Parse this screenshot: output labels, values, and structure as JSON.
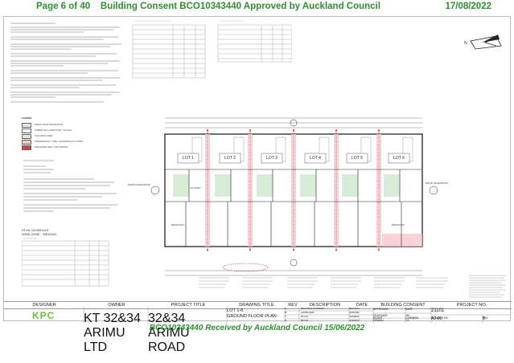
{
  "header": {
    "page_info": "Page 6 of 40",
    "consent_text": "Building Consent BCO10343440 Approved by Auckland Council",
    "date": "17/08/2022"
  },
  "footer": {
    "received_text": "BCO10343440 Received by Auckland Council 15/06/2022"
  },
  "legend": {
    "title": "LEGEND",
    "items": [
      {
        "label": "FIRE/IC ROOF PROTECTION",
        "color": "#e8e8e8"
      },
      {
        "label": "TIMBER WALL INSULATION - 90 HIGH",
        "color": "#ffffff"
      },
      {
        "label": "TILE FINISH AREA",
        "color": "#d6ecd6"
      },
      {
        "label": "INTERTENANCY / FIRE / SOUNDPROOF SYSTEM",
        "color": "#f4c8cc"
      },
      {
        "label": "FIRE RATED WALL (FRR 60/60/60)",
        "color": "#c44"
      }
    ]
  },
  "stud_schedule": {
    "title": "STUD SCHEDULE",
    "wind_zone": "WIND ZONE - MEDIUM"
  },
  "plan": {
    "lots": [
      "LOT 1",
      "LOT 2",
      "LOT 3",
      "LOT 4",
      "LOT 5",
      "LOT 6"
    ],
    "bedroom_label": "BEDROOM",
    "laundry_label": "LAUNDRY",
    "north_elevation": "NORTH ELEVATION",
    "south_elevation": "SOUTH ELEVATION"
  },
  "title_block": {
    "headers": [
      "DESIGNER",
      "OWNER",
      "PROJECT TITLE",
      "DRAWING TITLE",
      "REV",
      "DESCRIPTION",
      "DATE",
      "BUILDING CONSENT",
      "PROJECT NO."
    ],
    "designer_logo": "KPC",
    "owner": "KT 32&34 ARIMU LTD",
    "project_title": "32&34 ARIMU ROAD",
    "drawing_title_line1": "LOT 1-6",
    "drawing_title_line2": "GROUND FLOOR PLAN",
    "revisions": [
      {
        "rev": "A",
        "desc": "BUILDING CONSENT",
        "date": "DEC2021"
      },
      {
        "rev": "B",
        "desc": "APPROVED",
        "date": "APR2022"
      },
      {
        "rev": "C",
        "desc": "RFI 01",
        "date": "JUN2022"
      },
      {
        "rev": "D",
        "desc": "RFI 02",
        "date": "JUN2022"
      }
    ],
    "approved_label": "APPROVED",
    "designer_label": "DESIGNER",
    "drawn_label": "DRAWN",
    "scale_label": "SCALE",
    "date_label": "DATE",
    "drawing_no_label": "DRAWING NO.",
    "rev_label": "REV",
    "designer_initials": "JM",
    "drawn_initials": "TG",
    "scale_value": "1:100@A3",
    "project_no": "21101",
    "drawing_no": "A2-01",
    "current_rev": "D"
  }
}
